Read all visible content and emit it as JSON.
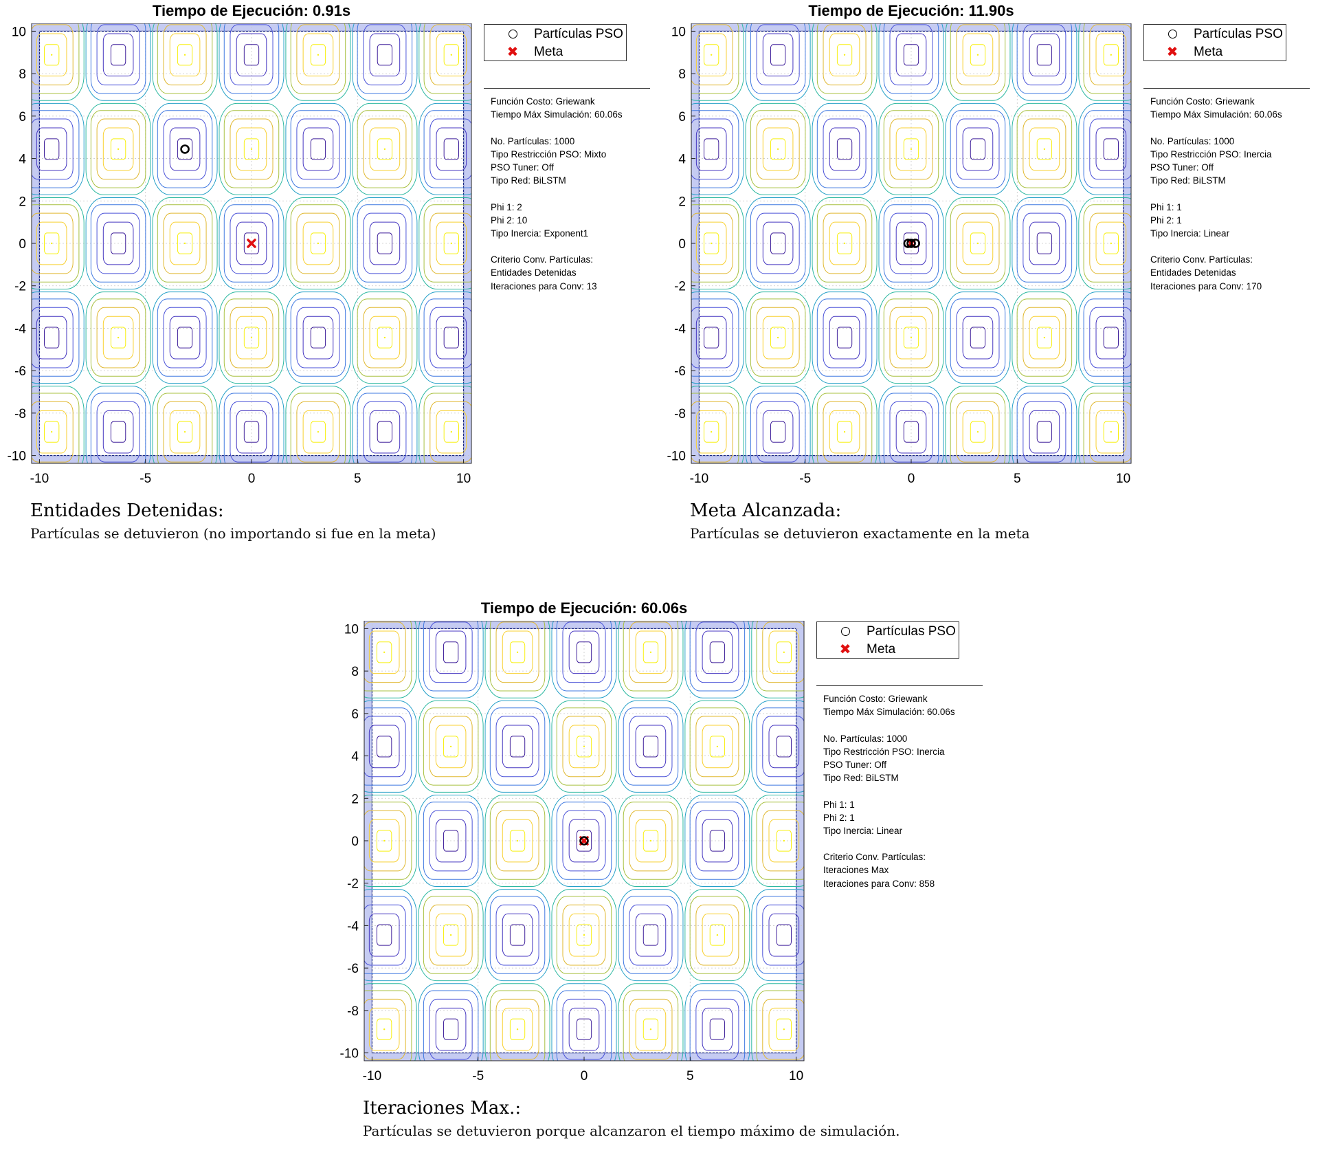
{
  "chart_data": [
    {
      "type": "contour",
      "title": "Tiempo de Ejecución: 0.91s",
      "xlim": [
        -10,
        10
      ],
      "ylim": [
        -10,
        10
      ],
      "xticks": [
        -10,
        -5,
        0,
        5,
        10
      ],
      "yticks": [
        -10,
        -8,
        -6,
        -4,
        -2,
        0,
        2,
        4,
        6,
        8,
        10
      ],
      "grid": true,
      "legend": {
        "position": "outside-right",
        "entries": [
          "Partículas PSO",
          "Meta"
        ]
      },
      "particles": [
        [
          -3.14,
          4.44
        ]
      ],
      "goal": [
        0,
        0
      ],
      "info": [
        "Función Costo: Griewank",
        "Tiempo Máx Simulación: 60.06s",
        "",
        "No. Partículas: 1000",
        "Tipo Restricción PSO: Mixto",
        "PSO Tuner: Off",
        "Tipo Red: BiLSTM",
        "",
        "Phi 1: 2",
        "Phi 2: 10",
        "Tipo Inercia: Exponent1",
        "",
        "Criterio Conv. Partículas:",
        "Entidades Detenidas",
        "Iteraciones para Conv: 13"
      ],
      "caption_title": "Entidades Detenidas:",
      "caption_text": "Partículas se detuvieron (no importando si fue en la meta)"
    },
    {
      "type": "contour",
      "title": "Tiempo de Ejecución: 11.90s",
      "xlim": [
        -10,
        10
      ],
      "ylim": [
        -10,
        10
      ],
      "xticks": [
        -10,
        -5,
        0,
        5,
        10
      ],
      "yticks": [
        -10,
        -8,
        -6,
        -4,
        -2,
        0,
        2,
        4,
        6,
        8,
        10
      ],
      "grid": true,
      "legend": {
        "position": "outside-right",
        "entries": [
          "Partículas PSO",
          "Meta"
        ]
      },
      "particles": [
        [
          -0.15,
          0
        ],
        [
          0,
          0
        ],
        [
          0.2,
          0
        ]
      ],
      "goal": [
        0,
        0
      ],
      "info": [
        "Función Costo: Griewank",
        "Tiempo Máx Simulación: 60.06s",
        "",
        "No. Partículas: 1000",
        "Tipo Restricción PSO: Inercia",
        "PSO Tuner: Off",
        "Tipo Red: BiLSTM",
        "",
        "Phi 1: 1",
        "Phi 2: 1",
        "Tipo Inercia: Linear",
        "",
        "Criterio Conv. Partículas:",
        "Entidades Detenidas",
        "Iteraciones para Conv: 170"
      ],
      "caption_title": "Meta Alcanzada:",
      "caption_text": "Partículas se detuvieron exactamente en la meta"
    },
    {
      "type": "contour",
      "title": "Tiempo de Ejecución: 60.06s",
      "xlim": [
        -10,
        10
      ],
      "ylim": [
        -10,
        10
      ],
      "xticks": [
        -10,
        -5,
        0,
        5,
        10
      ],
      "yticks": [
        -10,
        -8,
        -6,
        -4,
        -2,
        0,
        2,
        4,
        6,
        8,
        10
      ],
      "grid": true,
      "legend": {
        "position": "outside-right",
        "entries": [
          "Partículas PSO",
          "Meta"
        ]
      },
      "particles": [
        [
          0,
          0
        ]
      ],
      "goal": [
        0,
        0
      ],
      "info": [
        "Función Costo: Griewank",
        "Tiempo Máx Simulación: 60.06s",
        "",
        "No. Partículas: 1000",
        "Tipo Restricción PSO: Inercia",
        "PSO Tuner: Off",
        "Tipo Red: BiLSTM",
        "",
        "Phi 1: 1",
        "Phi 2: 1",
        "Tipo Inercia: Linear",
        "",
        "Criterio Conv. Partículas:",
        "Iteraciones Max",
        "Iteraciones para Conv: 858"
      ],
      "caption_title": "Iteraciones Max.:",
      "caption_text": "Partículas se detuvieron porque alcanzaron el tiempo máximo de simulación."
    }
  ],
  "colors": {
    "boundary_fill": "#c5cbf2",
    "boundary_stroke": "#1c2a88",
    "particle": "#000000",
    "goal": "#e01010",
    "contour_levels": [
      "#3e1f9a",
      "#4536c0",
      "#4a52d8",
      "#3f78e0",
      "#25a0c8",
      "#2cb8a0",
      "#5ac070",
      "#a8c040",
      "#e0b830",
      "#f8d030",
      "#f8f010"
    ]
  }
}
